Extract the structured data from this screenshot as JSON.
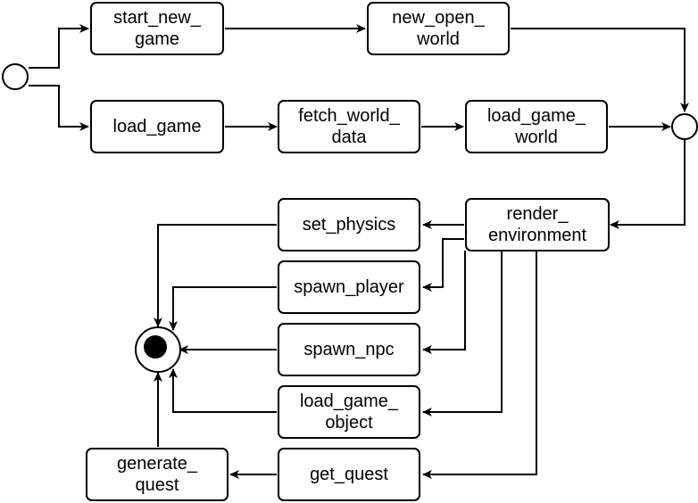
{
  "diagram": {
    "nodes": {
      "start_new_game": "start_new_\ngame",
      "new_open_world": "new_open_\nworld",
      "load_game": "load_game",
      "fetch_world_data": "fetch_world_\ndata",
      "load_game_world": "load_game_\nworld",
      "render_environment": "render_\nenvironment",
      "set_physics": "set_physics",
      "spawn_player": "spawn_player",
      "spawn_npc": "spawn_npc",
      "load_game_object": "load_game_\nobject",
      "get_quest": "get_quest",
      "generate_quest": "generate_\nquest"
    },
    "edges": [
      {
        "from": "start",
        "to": "start_new_game"
      },
      {
        "from": "start",
        "to": "load_game"
      },
      {
        "from": "start_new_game",
        "to": "new_open_world"
      },
      {
        "from": "new_open_world",
        "to": "merge"
      },
      {
        "from": "load_game",
        "to": "fetch_world_data"
      },
      {
        "from": "fetch_world_data",
        "to": "load_game_world"
      },
      {
        "from": "load_game_world",
        "to": "merge"
      },
      {
        "from": "merge",
        "to": "render_environment"
      },
      {
        "from": "render_environment",
        "to": "set_physics"
      },
      {
        "from": "render_environment",
        "to": "spawn_player"
      },
      {
        "from": "render_environment",
        "to": "spawn_npc"
      },
      {
        "from": "render_environment",
        "to": "load_game_object"
      },
      {
        "from": "render_environment",
        "to": "get_quest"
      },
      {
        "from": "set_physics",
        "to": "end"
      },
      {
        "from": "spawn_player",
        "to": "end"
      },
      {
        "from": "spawn_npc",
        "to": "end"
      },
      {
        "from": "load_game_object",
        "to": "end"
      },
      {
        "from": "get_quest",
        "to": "generate_quest"
      },
      {
        "from": "generate_quest",
        "to": "end"
      }
    ]
  }
}
